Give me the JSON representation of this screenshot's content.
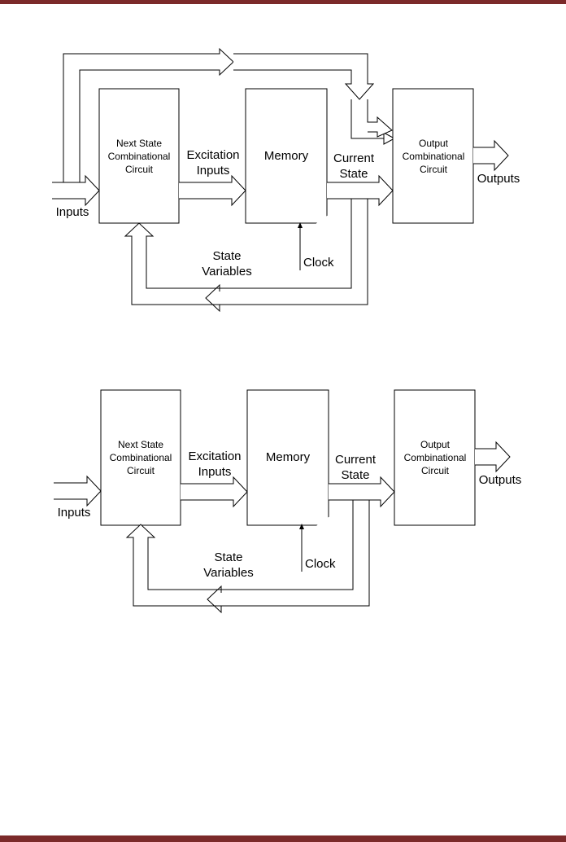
{
  "accent_color": "#7b2a2a",
  "diagram_top": {
    "next_state_box": [
      "Next State",
      "Combinational",
      "Circuit"
    ],
    "memory_box": "Memory",
    "output_box": [
      "Output",
      "Combinational",
      "Circuit"
    ],
    "excitation_label": [
      "Excitation",
      "Inputs"
    ],
    "current_state_label": [
      "Current",
      "State"
    ],
    "outputs_label": "Outputs",
    "inputs_label": "Inputs",
    "state_variables_label": [
      "State",
      "Variables"
    ],
    "clock_label": "Clock"
  },
  "diagram_bottom": {
    "next_state_box": [
      "Next State",
      "Combinational",
      "Circuit"
    ],
    "memory_box": "Memory",
    "output_box": [
      "Output",
      "Combinational",
      "Circuit"
    ],
    "excitation_label": [
      "Excitation",
      "Inputs"
    ],
    "current_state_label": [
      "Current",
      "State"
    ],
    "outputs_label": "Outputs",
    "inputs_label": "Inputs",
    "state_variables_label": [
      "State",
      "Variables"
    ],
    "clock_label": "Clock"
  }
}
